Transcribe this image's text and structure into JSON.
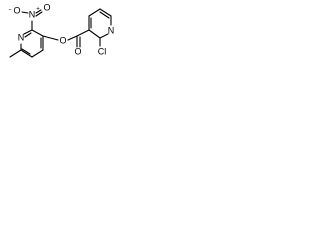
{
  "molecule": {
    "atoms": {
      "o_nitro": "O",
      "o_minus_sign": "−",
      "n_nitro": "N",
      "n_plus_sign": "+",
      "o_nitro_double": "O",
      "o_ester": "O",
      "n_left_ring": "N",
      "o_carbonyl": "O",
      "n_right_ring": "N",
      "cl": "Cl"
    },
    "colors": {
      "bond": "#000000",
      "text": "#000000",
      "background": "#ffffff"
    }
  }
}
